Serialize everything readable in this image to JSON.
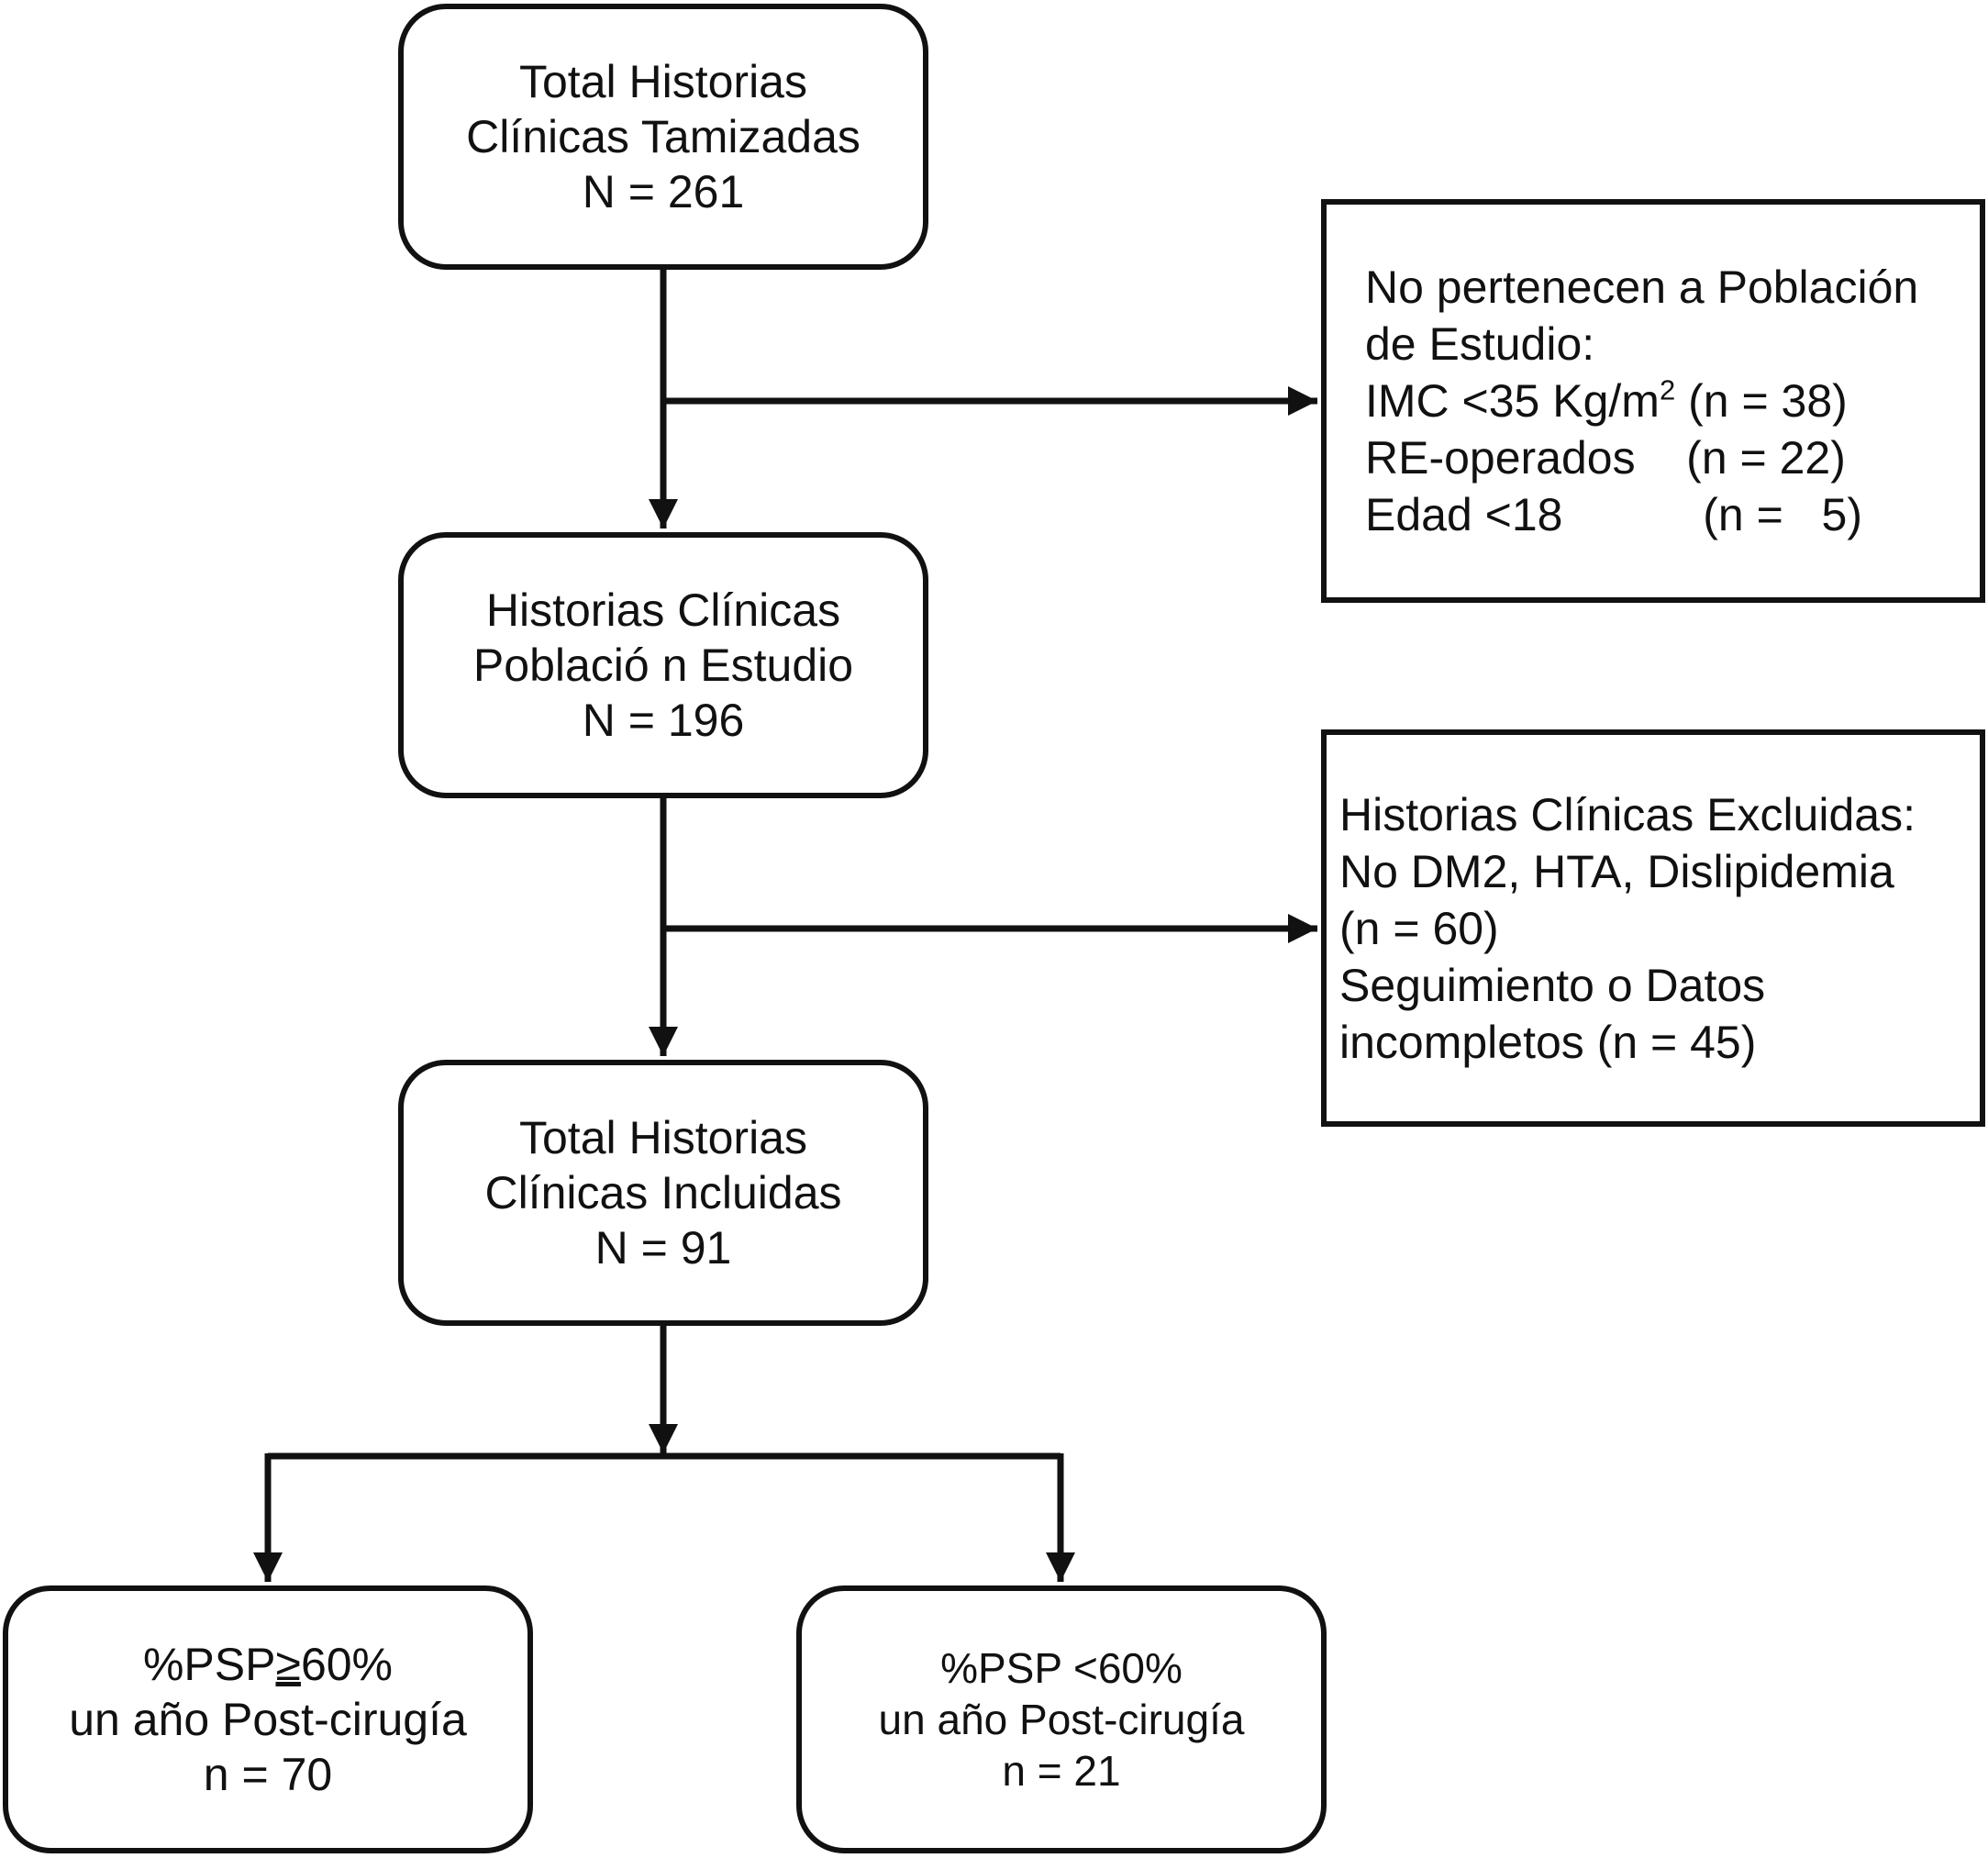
{
  "boxes": {
    "screened": {
      "line1": "Total Historias",
      "line2": "Clínicas Tamizadas",
      "line3": "N = 261"
    },
    "study_population": {
      "line1": "Historias Clínicas",
      "line2": "Població n Estudio",
      "line3": "N = 196"
    },
    "included": {
      "line1": "Total Historias",
      "line2": "Clínicas Incluidas",
      "line3": "N = 91"
    },
    "psp_high": {
      "line1_prefix": "%PSP",
      "line1_symbol": "≥",
      "line1_suffix": "60%",
      "line2": "un año Post-cirugía",
      "line3": "n = 70"
    },
    "psp_low": {
      "line1": "%PSP <60%",
      "line2": "un año Post-cirugía",
      "line3": "n = 21"
    },
    "not_population": {
      "line1": "No pertenecen a Población",
      "line2": "de Estudio:",
      "imc_text": "IMC <35 Kg/m",
      "imc_sup": "2",
      "imc_count": " (n = 38)",
      "reoperated": "RE-operados    (n = 22)",
      "age": "Edad <18           (n =   5)"
    },
    "excluded": {
      "line1": "Historias Clínicas Excluidas:",
      "line2": "No DM2, HTA, Dislipidemia",
      "line3": "(n = 60)",
      "line4": "Seguimiento o Datos",
      "line5": "incompletos (n = 45)"
    }
  },
  "style": {
    "stroke_color": "#111111",
    "background_color": "#ffffff"
  }
}
